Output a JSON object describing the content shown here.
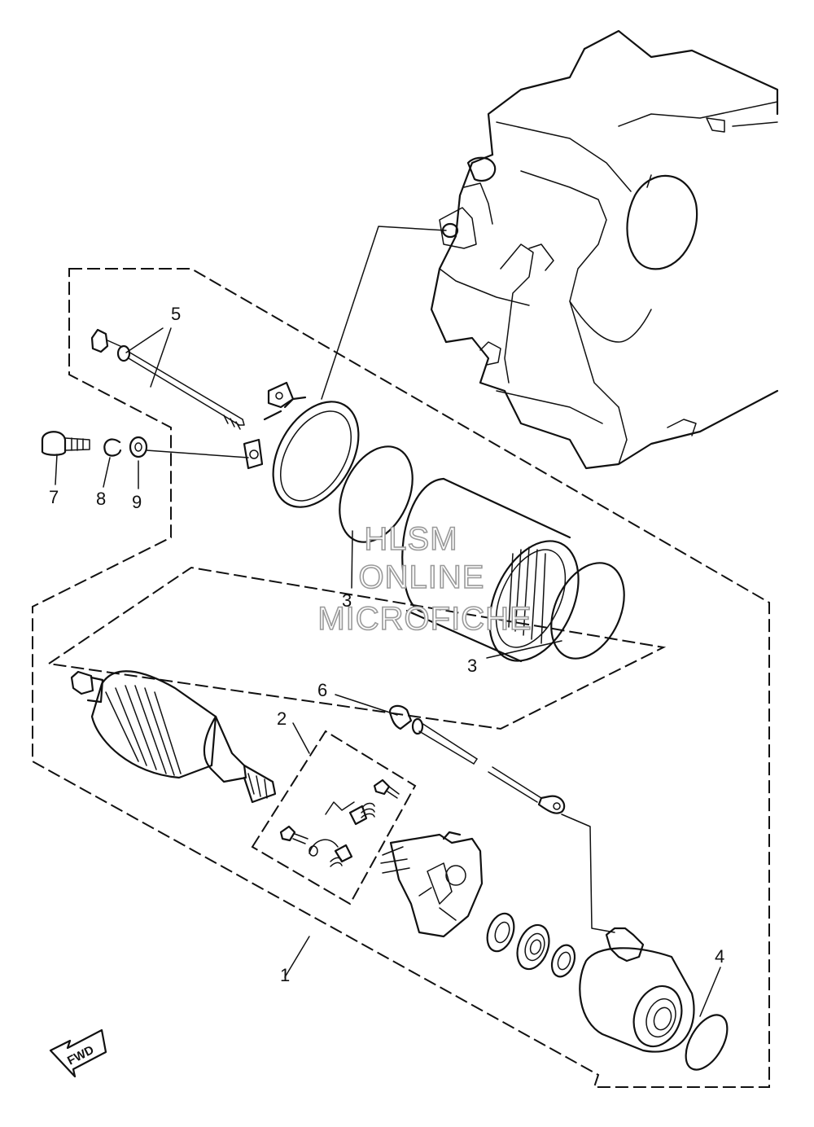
{
  "callouts": {
    "c1": "1",
    "c2": "2",
    "c3a": "3",
    "c3b": "3",
    "c4": "4",
    "c5": "5",
    "c6": "6",
    "c7": "7",
    "c8": "8",
    "c9": "9"
  },
  "watermark": {
    "line1": "HLSM",
    "line2": "ONLINE",
    "line3": "MICROFICHE"
  },
  "direction": {
    "label": "FWD"
  },
  "colors": {
    "line": "#111111",
    "background": "#ffffff",
    "watermark_outline": "#9a9a9a"
  }
}
